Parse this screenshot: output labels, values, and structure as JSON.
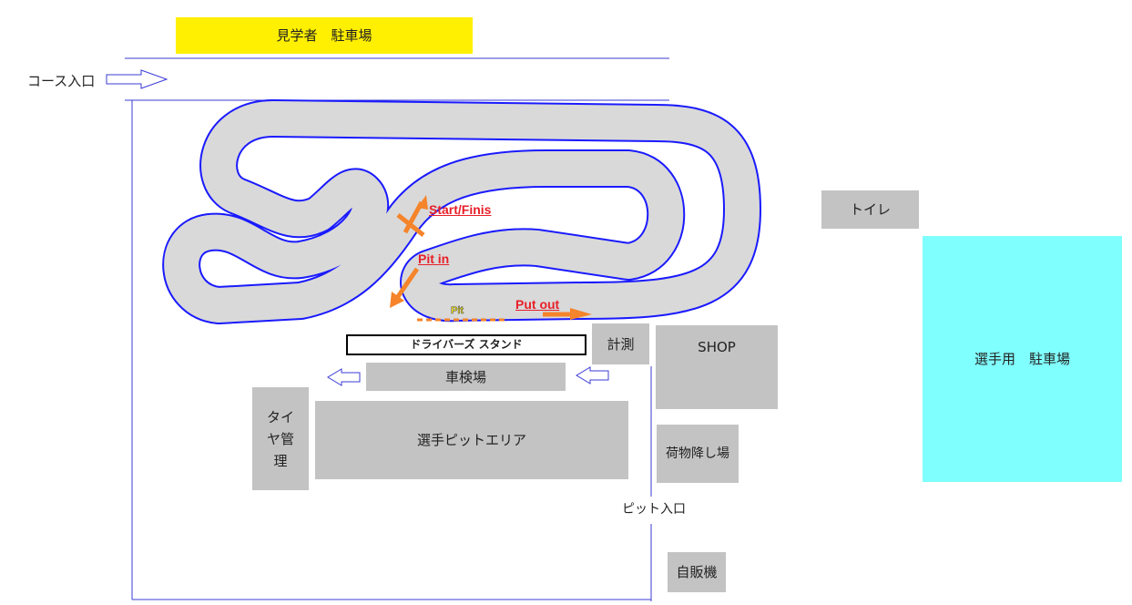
{
  "spectator_parking": "見学者　駐車場",
  "course_entrance": "コース入口",
  "toilet": "トイレ",
  "driver_parking": "選手用　駐車場",
  "timing": "計測",
  "shop": "SHOP",
  "unloading_area": "荷物降し場",
  "pit_entrance": "ピット入口",
  "vending_machine": "自販機",
  "drivers_stand": "ドライバーズ スタンド",
  "inspection_area": "車検場",
  "tire_management": "タイヤ管理",
  "driver_pit_area": "選手ピットエリア",
  "track_labels": {
    "start_finish": "Start/Finis",
    "pit_in": "Pit in",
    "put_out": "Put out",
    "pit": "Pit"
  },
  "colors": {
    "yellow": "#ffef00",
    "cyan": "#80ffff",
    "grey": "#c3c3c3",
    "blue": "#1a1aff",
    "orange": "#f5842a",
    "red": "#e8202a"
  }
}
